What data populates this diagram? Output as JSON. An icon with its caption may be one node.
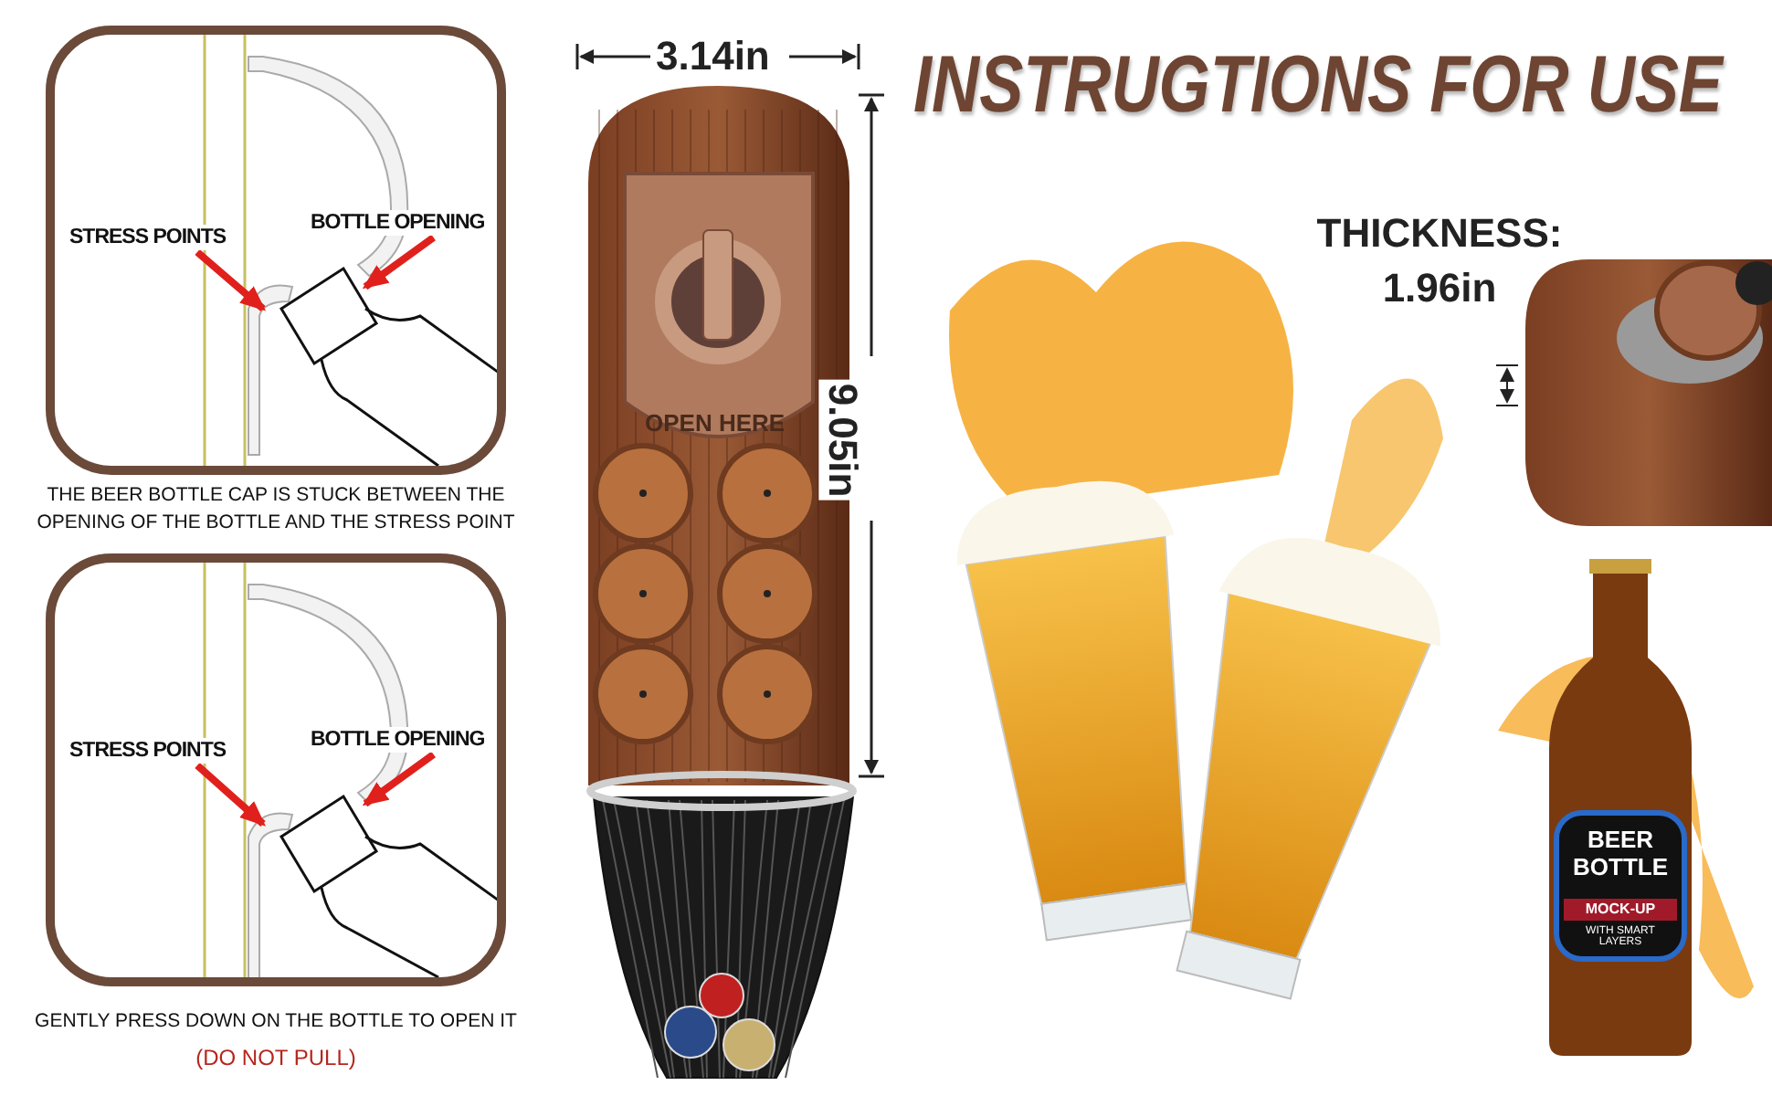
{
  "diagram": {
    "title": "INSTRUGTIONS FOR USE",
    "nodes": [
      {
        "text": [],
        "shape": "box",
        "beside": [
          "THE BEER BOTTLE CAP IS STUCK BETWEEN THE OPENING OF THE BOTTLE AND THE STRESS POINT"
        ]
      },
      {
        "text": [
          "STRESS POINTS"
        ],
        "in": 0
      },
      {
        "text": [
          "BOTTLE OPENING"
        ],
        "in": 0
      },
      {
        "text": [],
        "shape": "box",
        "beside": [
          "GENTLY PRESS DOWN ON THE BOTTLE TO OPEN IT",
          "(DO NOT PULL)"
        ]
      },
      {
        "text": [
          "STRESS POINTS"
        ],
        "in": 3
      },
      {
        "text": [
          "BOTTLE OPENING"
        ],
        "in": 3
      }
    ],
    "edges": [
      {
        "from": 1,
        "to": null,
        "arrow": "to"
      },
      {
        "from": 2,
        "to": null,
        "arrow": "to"
      },
      {
        "from": 4,
        "to": null,
        "arrow": "to"
      },
      {
        "from": 5,
        "to": null,
        "arrow": "to"
      }
    ],
    "labels": [
      "3.14in",
      "9.05in",
      "OPEN HERE",
      "THICKNESS: 1.96in",
      "BEER BOTTLE",
      "MOCK-UP",
      "WITH SMART LAYERS"
    ]
  }
}
